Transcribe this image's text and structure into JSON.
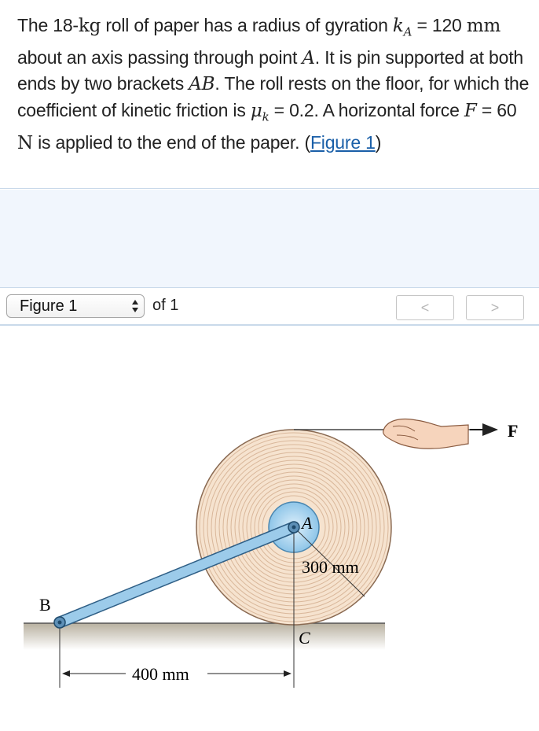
{
  "problem": {
    "t1": "The 18-",
    "kg": "kg",
    "t2": " roll of paper has a radius of gyration ",
    "k_var": "k",
    "k_sub": "A",
    "t3": " = 120 ",
    "mm": "mm",
    "t4": " about an axis passing through point ",
    "A": "A",
    "t5": ". It is pin supported at both ends by two brackets ",
    "AB": "AB",
    "t6": ". The roll rests on the floor, for which the coefficient of kinetic friction is ",
    "mu": "μ",
    "mu_sub": "k",
    "t7": " = 0.2. A horizontal force ",
    "F": "F",
    "t8": " = 60 ",
    "N": "N",
    "t9": " is applied to the end of the paper. (",
    "link": "Figure 1",
    "t10": ")"
  },
  "figure_bar": {
    "selected": "Figure 1",
    "of_text": "of 1",
    "prev": "<",
    "next": ">"
  },
  "figure": {
    "label_F": "F",
    "label_A": "A",
    "label_B": "B",
    "label_C": "C",
    "dim_radius": "300 mm",
    "dim_horizontal": "400 mm"
  },
  "colors": {
    "roll": "#f6e3cf",
    "roll_rings": "#d9b79a",
    "hub": "#a9d5ef",
    "bracket": "#7eb8df",
    "floor": "#c9c3b3",
    "link": "#1a5fa8"
  },
  "icons": [
    "select-arrows-icon",
    "hand-icon"
  ]
}
